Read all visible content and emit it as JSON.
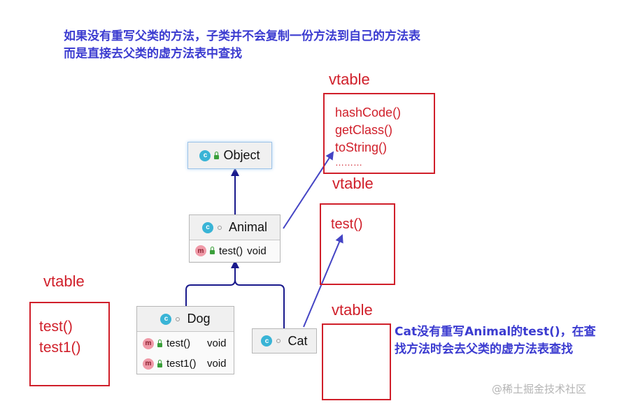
{
  "notes": {
    "top_line1": "如果没有重写父类的方法，子类并不会复制一份方法到自己的方法表",
    "top_line2": "而是直接去父类的虚方法表中查找",
    "bottom_line1": "Cat没有重写Animal的test()，在查",
    "bottom_line2": "找方法时会去父类的虚方法表查找"
  },
  "vtables": {
    "object": {
      "label": "vtable",
      "items": [
        "hashCode()",
        "getClass()",
        "toString()",
        "………"
      ]
    },
    "animal": {
      "label": "vtable",
      "items": [
        "test()"
      ]
    },
    "dog": {
      "label": "vtable",
      "items": [
        "test()",
        "test1()"
      ]
    },
    "cat": {
      "label": "vtable",
      "items": []
    }
  },
  "classes": {
    "object": {
      "name": "Object",
      "badge": "c"
    },
    "animal": {
      "name": "Animal",
      "badge": "c",
      "methods": [
        {
          "badge": "m",
          "name": "test()",
          "type": "void"
        }
      ]
    },
    "dog": {
      "name": "Dog",
      "badge": "c",
      "methods": [
        {
          "badge": "m",
          "name": "test()",
          "type": "void"
        },
        {
          "badge": "m",
          "name": "test1()",
          "type": "void"
        }
      ]
    },
    "cat": {
      "name": "Cat",
      "badge": "c"
    }
  },
  "watermark": "@稀土掘金技术社区",
  "colors": {
    "note": "#3b3bd0",
    "vtable": "#d01f2a",
    "arrow": "#1a1a8c",
    "pointer": "#4444c4"
  }
}
